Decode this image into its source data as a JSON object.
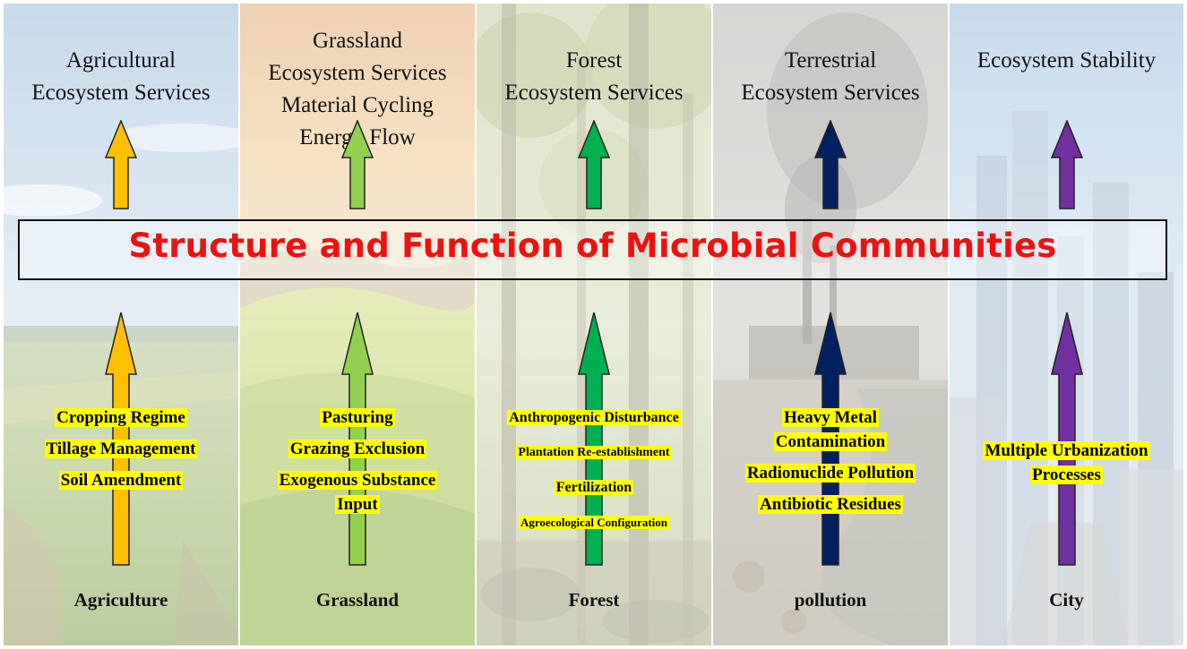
{
  "title": "Structure and Function of Microbial Communities",
  "panels": [
    {
      "id": "agriculture",
      "ecosystem": "Agriculture",
      "services": [
        "Agricultural",
        "Ecosystem Services"
      ],
      "factors": [
        "Cropping Regime",
        "Tillage Management",
        "Soil Amendment"
      ],
      "arrow_color": "#FFC000"
    },
    {
      "id": "grassland",
      "ecosystem": "Grassland",
      "services": [
        "Grassland",
        "Ecosystem Services",
        "Material Cycling",
        "Energy Flow"
      ],
      "factors": [
        "Pasturing",
        "Grazing Exclusion",
        "Exogenous Substance Input"
      ],
      "arrow_color": "#92D050"
    },
    {
      "id": "forest",
      "ecosystem": "Forest",
      "services": [
        "Forest",
        "Ecosystem Services"
      ],
      "factors": [
        "Anthropogenic Disturbance",
        "Plantation Re-establishment",
        "Fertilization",
        "Agroecological Configuration"
      ],
      "arrow_color": "#00B050"
    },
    {
      "id": "pollution",
      "ecosystem": "pollution",
      "services": [
        "Terrestrial",
        "Ecosystem Services"
      ],
      "factors": [
        "Heavy Metal Contamination",
        "Radionuclide Pollution",
        "Antibiotic Residues"
      ],
      "arrow_color": "#002060"
    },
    {
      "id": "city",
      "ecosystem": "City",
      "services": [
        "Ecosystem Stability"
      ],
      "factors": [
        "Multiple Urbanization Processes"
      ],
      "arrow_color": "#7030A0"
    }
  ]
}
